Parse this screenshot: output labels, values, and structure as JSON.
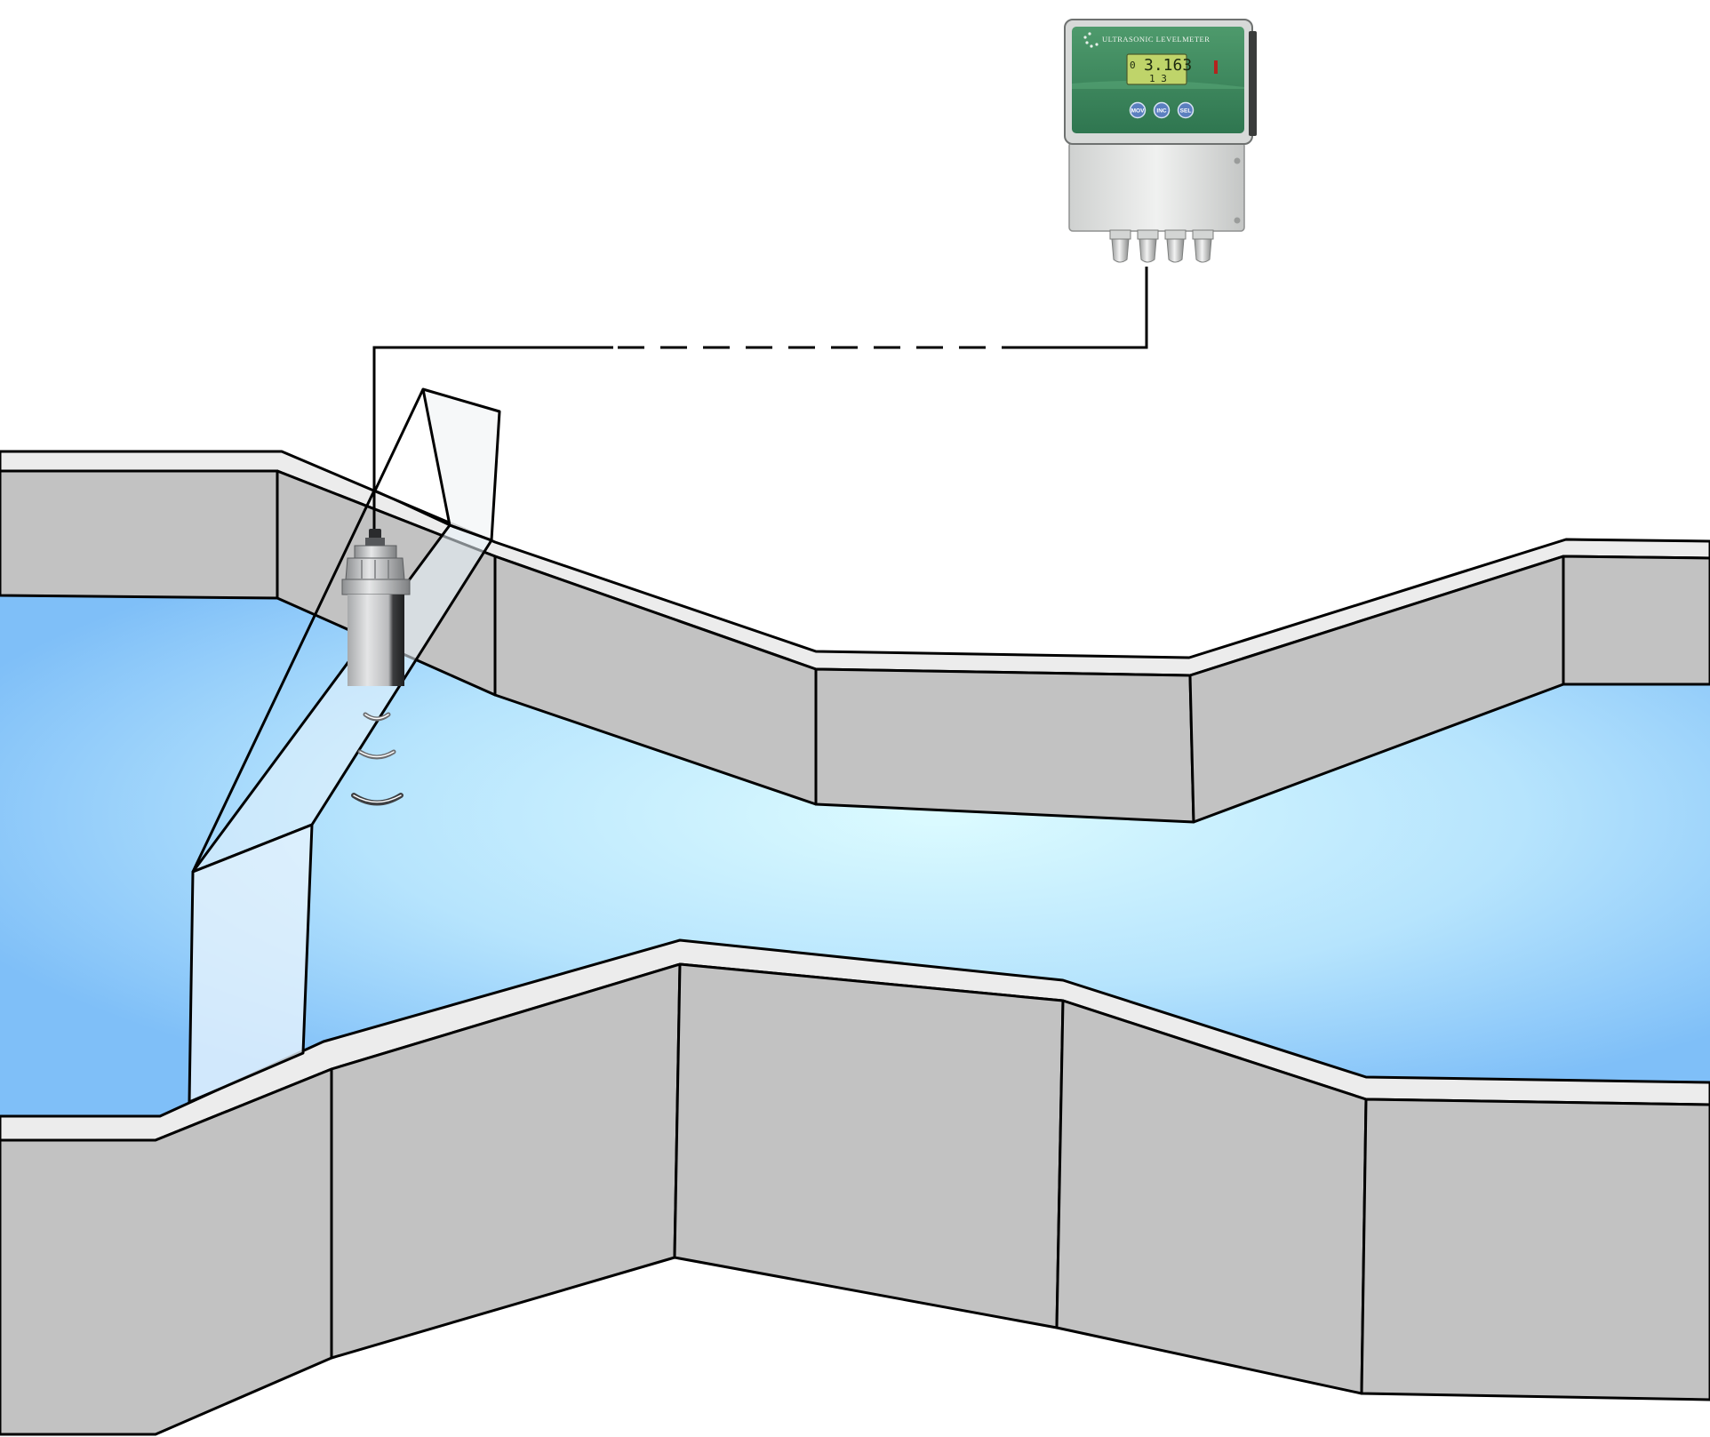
{
  "meter": {
    "brand": "ULTRASONIC LEVELMETER",
    "display": {
      "line1_prefix": "0",
      "line1_value": "3.163",
      "line2_value": "1 3"
    },
    "buttons": [
      {
        "label": "MOV"
      },
      {
        "label": "INC"
      },
      {
        "label": "SEL"
      }
    ]
  },
  "colors": {
    "water_center": "#dcfbff",
    "water_edge": "#7fbff8",
    "wall_face": "#c2c2c2",
    "wall_top": "#ececec",
    "outline": "#000000",
    "meter_panel": "#3f8a5e",
    "meter_housing": "#e3e5e4",
    "lcd": "#bfd46a"
  }
}
